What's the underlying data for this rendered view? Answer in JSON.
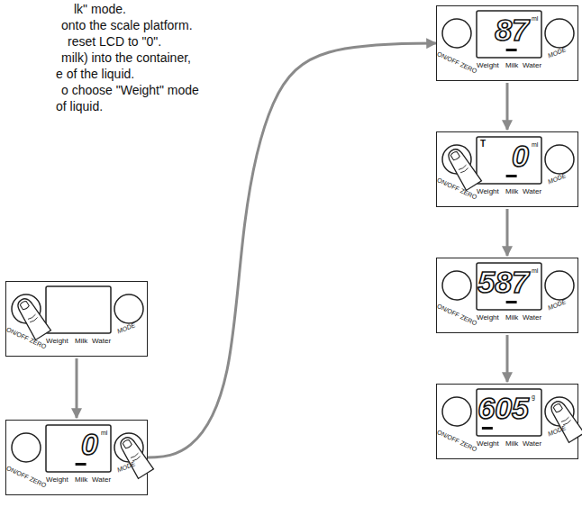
{
  "diagram": {
    "nodes": [
      {
        "text": [
          "ON/OFF ZERO",
          "MODE",
          "Weight",
          "Milk",
          "Water"
        ]
      },
      {
        "text": [
          "ON/OFF ZERO",
          "0",
          "ml",
          "MODE",
          "Weight",
          "Milk",
          "Water"
        ]
      },
      {
        "text": [
          "ON/OFF ZERO",
          "87",
          "ml",
          "MODE",
          "Weight",
          "Milk",
          "Water"
        ]
      },
      {
        "text": [
          "ON/OFF ZERO",
          "T",
          "0",
          "ml",
          "MODE",
          "Weight",
          "Milk",
          "Water"
        ]
      },
      {
        "text": [
          "ON/OFF ZERO",
          "587",
          "ml",
          "MODE",
          "Weight",
          "Milk",
          "Water"
        ]
      },
      {
        "text": [
          "ON/OFF ZERO",
          "605",
          "g",
          "MODE",
          "Weight",
          "Milk",
          "Water"
        ]
      }
    ],
    "edges": [
      {
        "from": 0,
        "to": 1,
        "arrow": "to"
      },
      {
        "from": 1,
        "to": 2,
        "arrow": "to"
      },
      {
        "from": 2,
        "to": 3,
        "arrow": "to"
      },
      {
        "from": 3,
        "to": 4,
        "arrow": "to"
      },
      {
        "from": 4,
        "to": 5,
        "arrow": "to"
      }
    ],
    "labels": [
      "lk\" mode.",
      "onto the scale platform.",
      "reset LCD to \"0\".",
      "milk) into the container,",
      "e of the liquid.",
      "o choose \"Weight\" mode",
      "of liquid."
    ]
  }
}
